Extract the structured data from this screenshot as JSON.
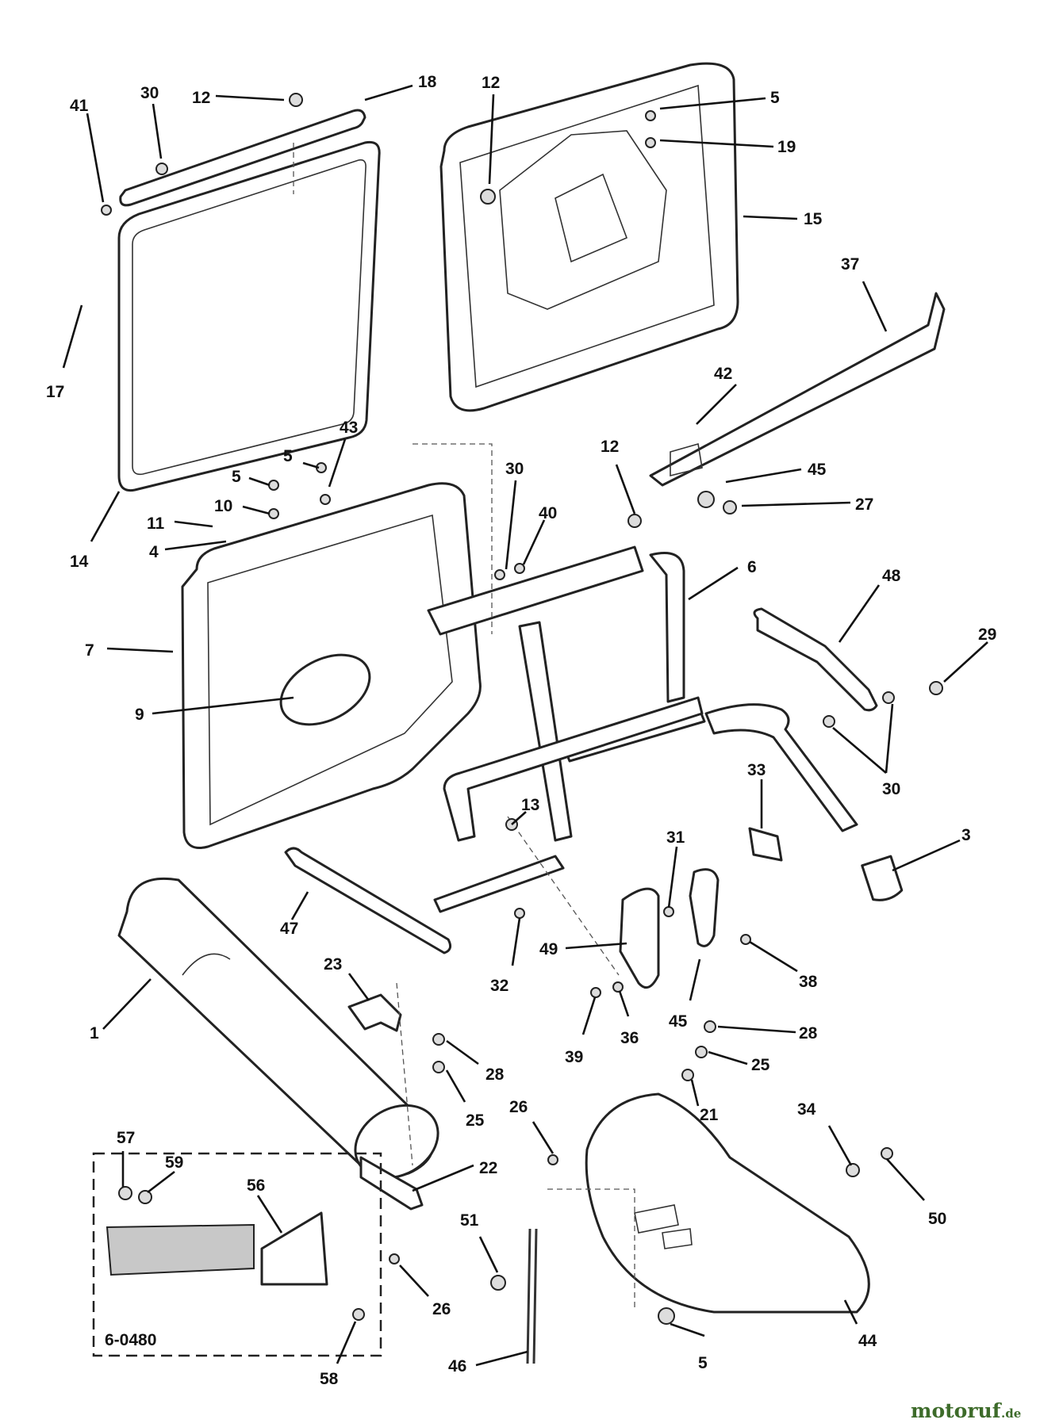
{
  "callouts": {
    "c1": "1",
    "c3": "3",
    "c4": "4",
    "c5a": "5",
    "c5b": "5",
    "c5c": "5",
    "c5d": "5",
    "c6": "6",
    "c7": "7",
    "c9": "9",
    "c10": "10",
    "c11": "11",
    "c12a": "12",
    "c12b": "12",
    "c12c": "12",
    "c13": "13",
    "c14": "14",
    "c15": "15",
    "c17": "17",
    "c18": "18",
    "c19": "19",
    "c21": "21",
    "c22": "22",
    "c23": "23",
    "c25a": "25",
    "c25b": "25",
    "c26a": "26",
    "c26b": "26",
    "c27": "27",
    "c28a": "28",
    "c28b": "28",
    "c29": "29",
    "c30a": "30",
    "c30b": "30",
    "c30c": "30",
    "c31": "31",
    "c32": "32",
    "c33": "33",
    "c34": "34",
    "c36": "36",
    "c37": "37",
    "c38": "38",
    "c39": "39",
    "c40": "40",
    "c41": "41",
    "c42": "42",
    "c43": "43",
    "c44": "44",
    "c45a": "45",
    "c45b": "45",
    "c46": "46",
    "c47": "47",
    "c48": "48",
    "c49": "49",
    "c50": "50",
    "c51": "51",
    "c56": "56",
    "c57": "57",
    "c58": "58",
    "c59": "59"
  },
  "inset": {
    "code": "6-0480"
  },
  "brand": {
    "name": "motoruf",
    "suffix": ".de"
  },
  "colors": {
    "brand_primary": "#3d6b2a",
    "brand_letters": [
      "#d4262a",
      "#2c4f9e",
      "#e0a312",
      "#2f8c3a"
    ]
  }
}
